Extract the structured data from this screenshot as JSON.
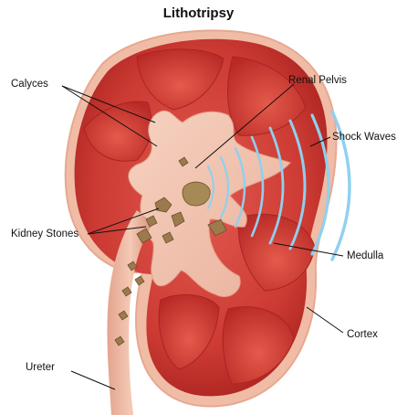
{
  "title": "Lithotripsy",
  "labels": {
    "calyces": "Calyces",
    "renal_pelvis": "Renal Pelvis",
    "shock_waves": "Shock Waves",
    "kidney_stones": "Kidney Stones",
    "medulla": "Medulla",
    "cortex": "Cortex",
    "ureter": "Ureter"
  },
  "colors": {
    "cortex": "#c8342f",
    "medulla": "#d94a40",
    "pelvis": "#f2c3ae",
    "shock_waves": "#8fd0ef",
    "stones": "#9c7a4c"
  }
}
